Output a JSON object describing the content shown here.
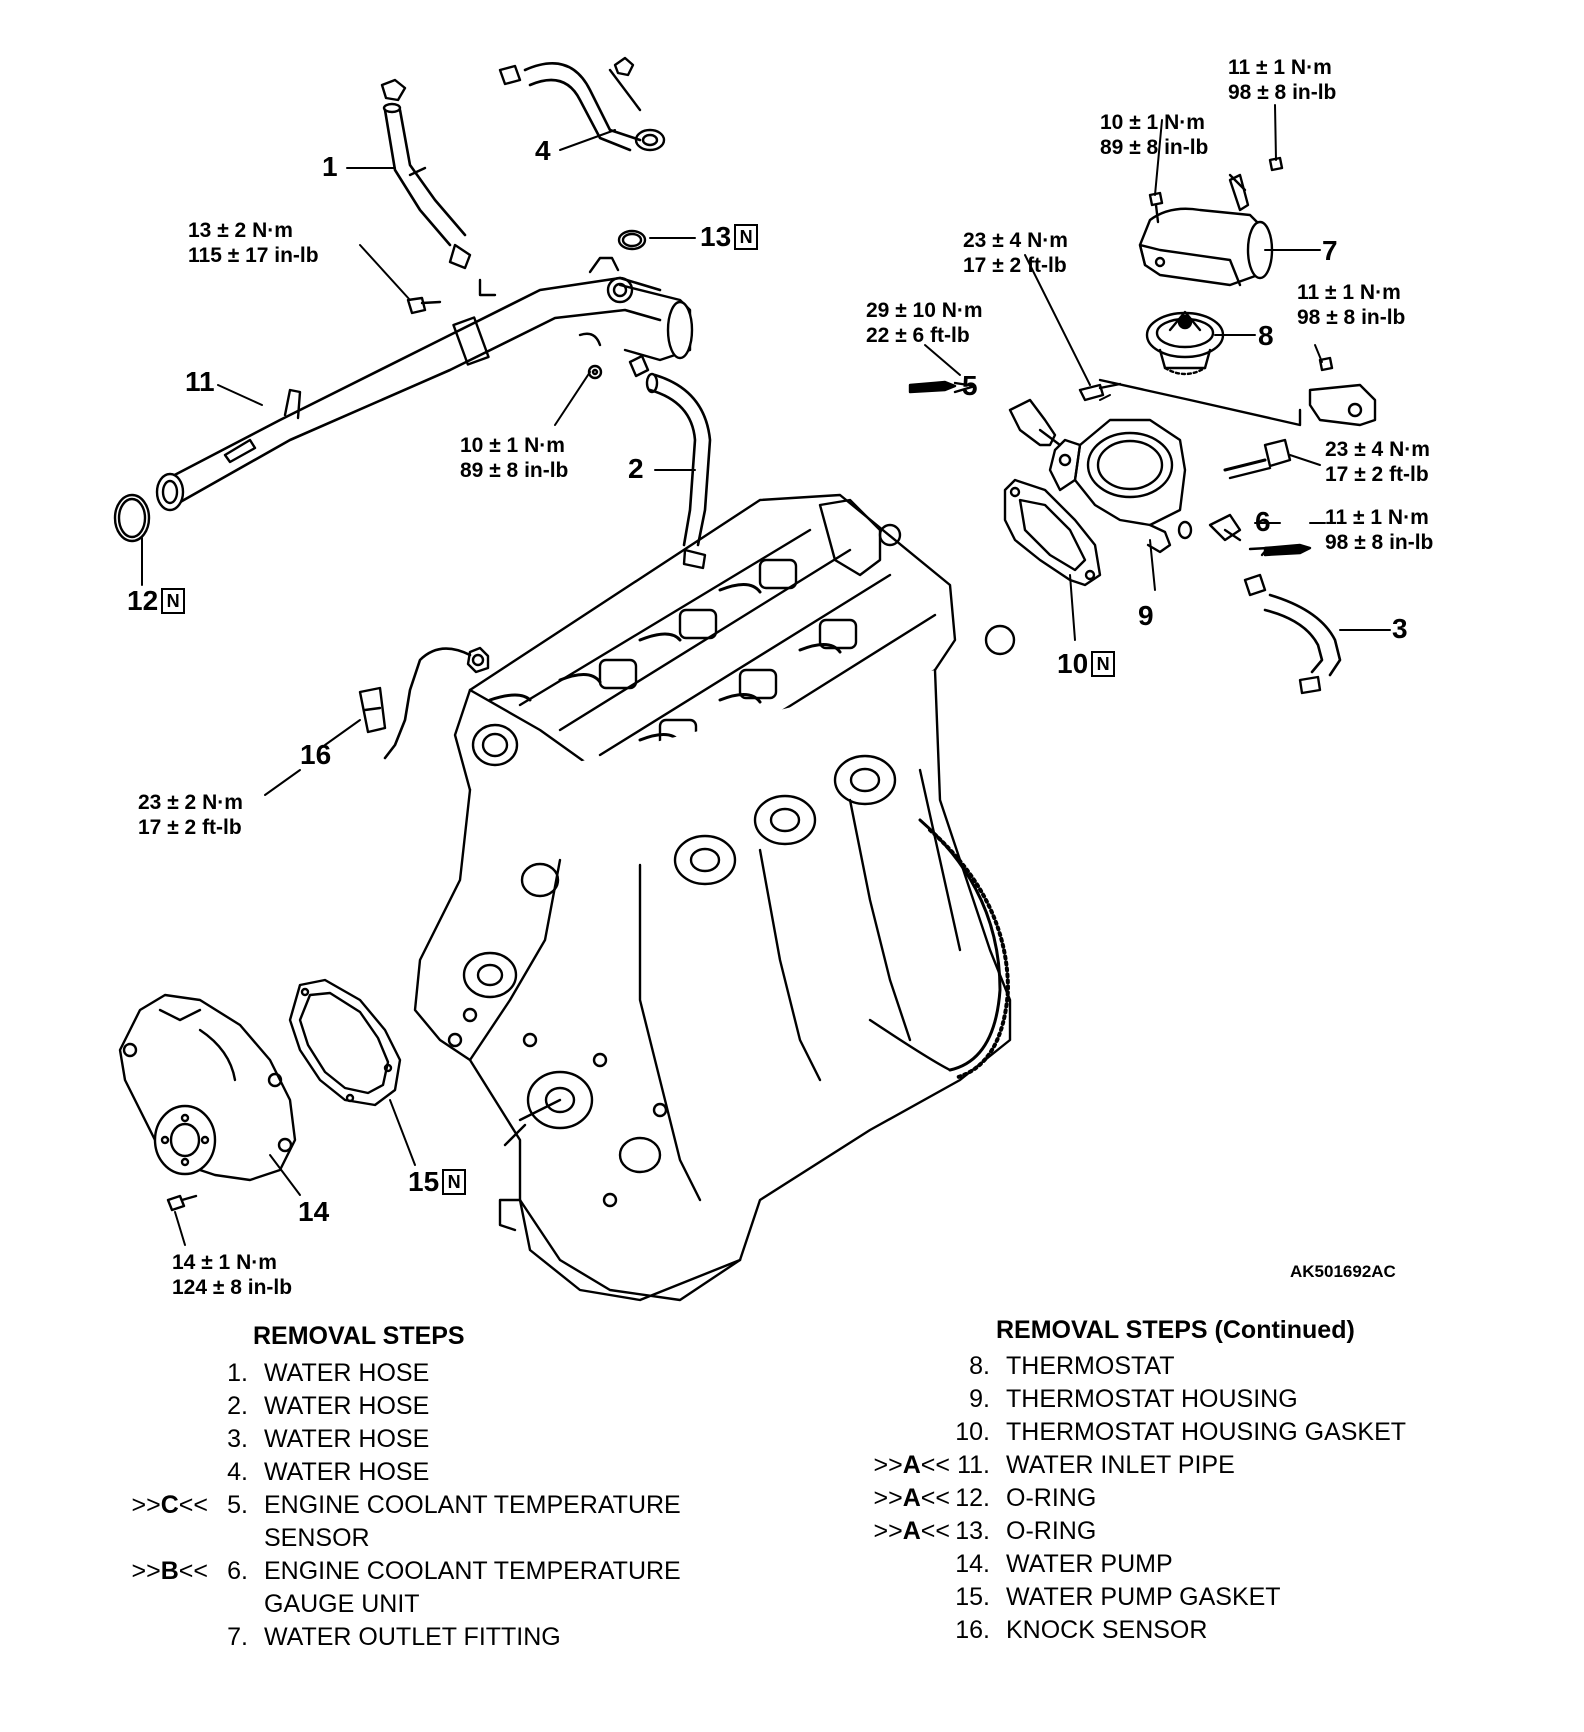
{
  "figure_id": "AK501692AC",
  "labels": {
    "l1": "1",
    "l2": "2",
    "l3": "3",
    "l4": "4",
    "l5": "5",
    "l6": "6",
    "l7": "7",
    "l8": "8",
    "l9": "9",
    "l10": "10",
    "l11": "11",
    "l12": "12",
    "l13": "13",
    "l14": "14",
    "l15": "15",
    "l16": "16",
    "n_mark": "N"
  },
  "torques": {
    "t_top_right_1": "11 ± 1 N·m",
    "t_top_right_2": "98 ± 8 in-lb",
    "t_outlet_1": "10 ± 1 N·m",
    "t_outlet_2": "89 ± 8 in-lb",
    "t_pipe_bolt_1": "13 ± 2 N·m",
    "t_pipe_bolt_2": "115 ± 17 in-lb",
    "t_housing_bolt_1": "23 ± 4 N·m",
    "t_housing_bolt_2": "17 ± 2 ft-lb",
    "t_sensor5_1": "29 ± 10 N·m",
    "t_sensor5_2": "22 ± 6 ft-lb",
    "t_bracket_1": "11 ± 1 N·m",
    "t_bracket_2": "98 ± 8 in-lb",
    "t_pipe_nut_1": "10 ± 1 N·m",
    "t_pipe_nut_2": "89 ± 8 in-lb",
    "t_long_bolt_1": "23 ± 4 N·m",
    "t_long_bolt_2": "17 ± 2 ft-lb",
    "t_gauge6_1": "11 ± 1 N·m",
    "t_gauge6_2": "98 ± 8 in-lb",
    "t_knock_1": "23 ± 2 N·m",
    "t_knock_2": "17 ± 2 ft-lb",
    "t_pump_1": "14 ± 1 N·m",
    "t_pump_2": "124 ± 8 in-lb"
  },
  "removal_steps": {
    "title": "REMOVAL STEPS",
    "title_cont": "REMOVAL STEPS (Continued)",
    "items": [
      {
        "pre_a": "",
        "pre_b": "",
        "pre_c": "",
        "num": "1.",
        "text": "WATER HOSE"
      },
      {
        "pre_a": "",
        "pre_b": "",
        "pre_c": "",
        "num": "2.",
        "text": "WATER HOSE"
      },
      {
        "pre_a": "",
        "pre_b": "",
        "pre_c": "",
        "num": "3.",
        "text": "WATER HOSE"
      },
      {
        "pre_a": "",
        "pre_b": "",
        "pre_c": "",
        "num": "4.",
        "text": "WATER HOSE"
      },
      {
        "pre_a": ">>",
        "pre_b": "C",
        "pre_c": "<<",
        "num": "5.",
        "text": "ENGINE COOLANT TEMPERATURE"
      },
      {
        "pre_a": "",
        "pre_b": "",
        "pre_c": "",
        "num": "",
        "text": "SENSOR"
      },
      {
        "pre_a": ">>",
        "pre_b": "B",
        "pre_c": "<<",
        "num": "6.",
        "text": "ENGINE COOLANT TEMPERATURE"
      },
      {
        "pre_a": "",
        "pre_b": "",
        "pre_c": "",
        "num": "",
        "text": "GAUGE UNIT"
      },
      {
        "pre_a": "",
        "pre_b": "",
        "pre_c": "",
        "num": "7.",
        "text": "WATER OUTLET FITTING"
      }
    ],
    "items_cont": [
      {
        "pre_a": "",
        "pre_b": "",
        "pre_c": "",
        "num": "8.",
        "text": "THERMOSTAT"
      },
      {
        "pre_a": "",
        "pre_b": "",
        "pre_c": "",
        "num": "9.",
        "text": "THERMOSTAT HOUSING"
      },
      {
        "pre_a": "",
        "pre_b": "",
        "pre_c": "",
        "num": "10.",
        "text": "THERMOSTAT HOUSING GASKET"
      },
      {
        "pre_a": ">>",
        "pre_b": "A",
        "pre_c": "<<",
        "num": "11.",
        "text": "WATER INLET PIPE"
      },
      {
        "pre_a": ">>",
        "pre_b": "A",
        "pre_c": "<<",
        "num": "12.",
        "text": "O-RING"
      },
      {
        "pre_a": ">>",
        "pre_b": "A",
        "pre_c": "<<",
        "num": "13.",
        "text": "O-RING"
      },
      {
        "pre_a": "",
        "pre_b": "",
        "pre_c": "",
        "num": "14.",
        "text": "WATER PUMP"
      },
      {
        "pre_a": "",
        "pre_b": "",
        "pre_c": "",
        "num": "15.",
        "text": "WATER PUMP GASKET"
      },
      {
        "pre_a": "",
        "pre_b": "",
        "pre_c": "",
        "num": "16.",
        "text": "KNOCK SENSOR"
      }
    ]
  }
}
